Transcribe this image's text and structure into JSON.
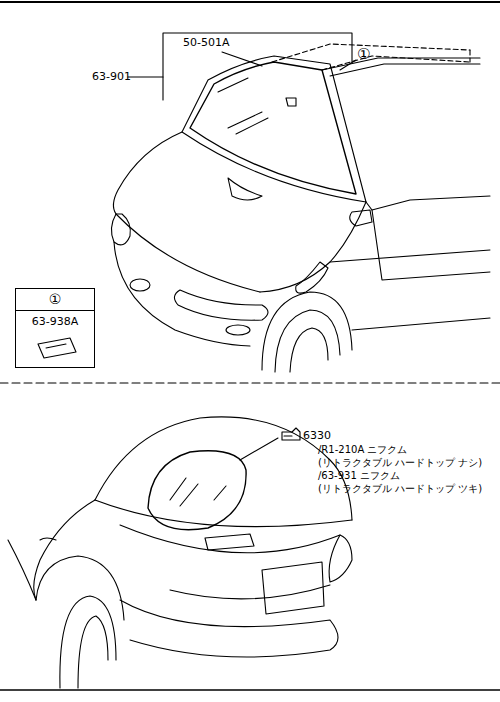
{
  "diagram": {
    "nodes": [
      {
        "text": [
          "①",
          "63-938A"
        ]
      }
    ],
    "labels": [
      "50-501A",
      "63-901",
      "①",
      "6330",
      "/R1-210A ニフクム",
      "(リトラクタブル ハードトップ ナシ)",
      "/63-931 ニフクム",
      "(リトラクタブル ハードトップ ツキ)"
    ]
  }
}
